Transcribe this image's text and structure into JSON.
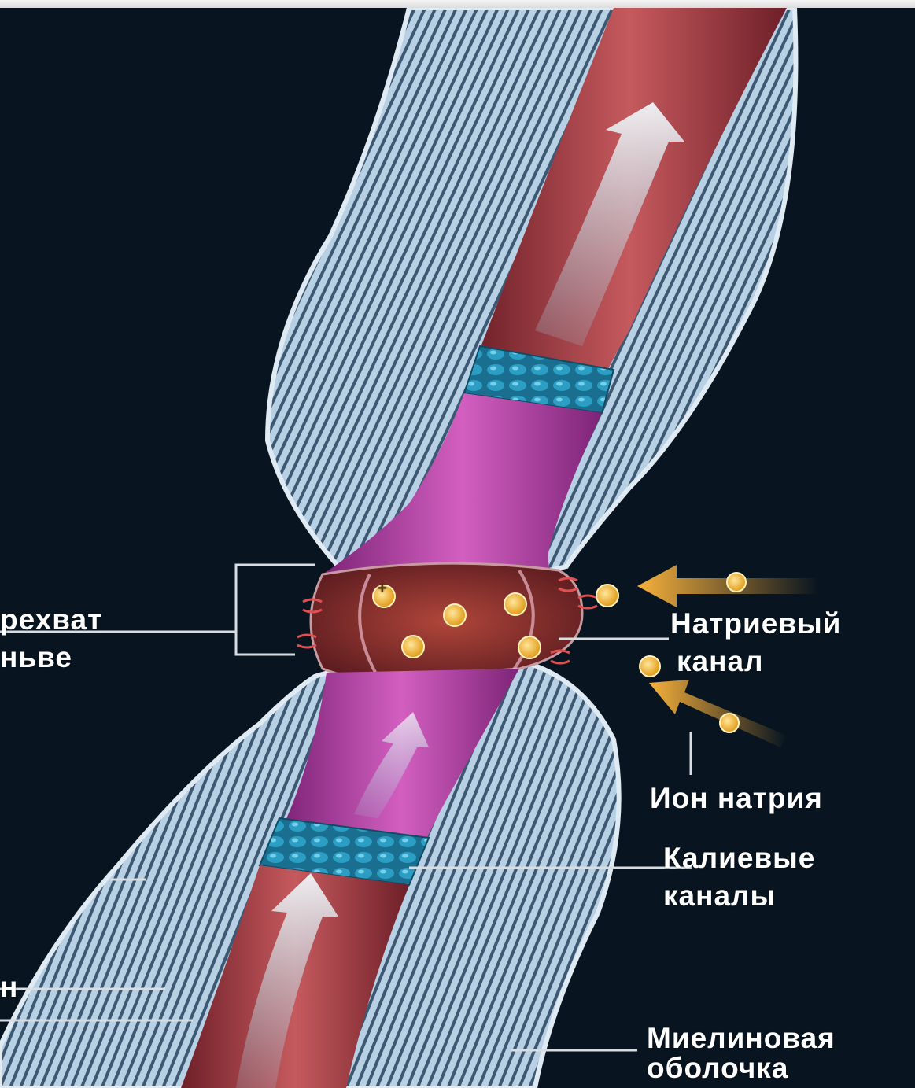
{
  "labels": {
    "node_line1": "рехват",
    "node_line2": "ньве",
    "sodium_channel_line1": "Натриевый",
    "sodium_channel_line2": "канал",
    "sodium_ion": "Ион натрия",
    "potassium_line1": "Калиевые",
    "potassium_line2": "каналы",
    "axon_partial": "н",
    "myelin_line1": "Миелиновая",
    "myelin_line2": "оболочка"
  },
  "ion_symbol": "+",
  "colors": {
    "background": "#081520",
    "myelin": "#a9c6dd",
    "myelin_lines": "#3d5872",
    "axon": "#a83e47",
    "node_membrane": "#b23f9a",
    "node_core": "#8a2a2a",
    "potassium_channel": "#1f7fa0",
    "sodium_ion": "#f2b630",
    "arrow": "#f3a83a",
    "label": "#ffffff"
  }
}
